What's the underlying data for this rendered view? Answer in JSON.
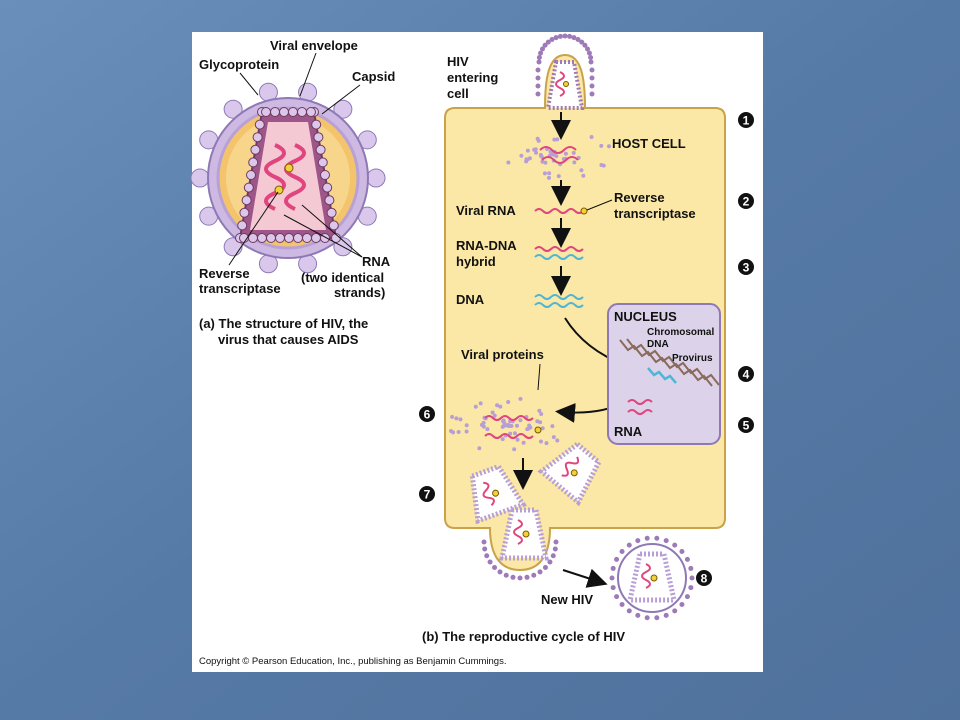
{
  "part_a": {
    "labels": {
      "glycoprotein": "Glycoprotein",
      "viral_envelope": "Viral envelope",
      "capsid": "Capsid",
      "reverse_transcriptase_1": "Reverse",
      "reverse_transcriptase_2": "transcriptase",
      "rna_1": "RNA",
      "rna_2": "(two identical",
      "rna_3": "strands)"
    },
    "caption_1": "(a) The structure of HIV, the",
    "caption_2": "virus that causes AIDS"
  },
  "part_b": {
    "labels": {
      "hiv_entering_1": "HIV",
      "hiv_entering_2": "entering",
      "hiv_entering_3": "cell",
      "host_cell": "HOST CELL",
      "viral_rna": "Viral RNA",
      "reverse_transcriptase_1": "Reverse",
      "reverse_transcriptase_2": "transcriptase",
      "rna_dna_1": "RNA-DNA",
      "rna_dna_2": "hybrid",
      "dna": "DNA",
      "nucleus": "NUCLEUS",
      "chromosomal_dna_1": "Chromosomal",
      "chromosomal_dna_2": "DNA",
      "provirus": "Provirus",
      "viral_proteins": "Viral proteins",
      "rna": "RNA",
      "new_hiv": "New HIV"
    },
    "steps": [
      "1",
      "2",
      "3",
      "4",
      "5",
      "6",
      "7",
      "8"
    ],
    "caption": "(b) The reproductive cycle of HIV"
  },
  "copyright": "Copyright © Pearson Education, Inc., publishing as Benjamin Cummings.",
  "colors": {
    "background": "#5b80ad",
    "panel": "#ffffff",
    "cell": "#fbe8a6",
    "nucleus": "#dcd3ea",
    "rna": "#e0457e",
    "dna": "#4fb6d6",
    "chromosomal_dna": "#8a6a5a",
    "capsid": "#c9b3dd",
    "envelope": "#b79fd6"
  }
}
